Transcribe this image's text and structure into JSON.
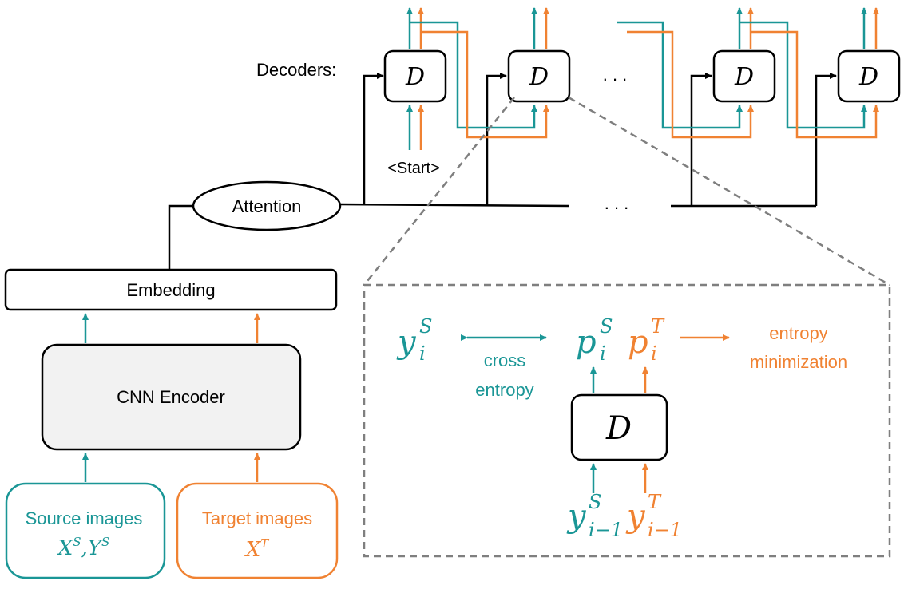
{
  "colors": {
    "source": "#1a9696",
    "target": "#f08232",
    "black": "#000000",
    "encoder_fill": "#f2f2f2",
    "dashed": "#7f7f7f"
  },
  "labels": {
    "decoders": "Decoders:",
    "decoder": "D",
    "start": "<Start>",
    "attention": "Attention",
    "embedding": "Embedding",
    "encoder": "CNN Encoder",
    "source_images": "Source images",
    "target_images": "Target images",
    "cross": "cross",
    "entropy": "entropy",
    "entropy_min_1": "entropy",
    "entropy_min_2": "minimization",
    "ellipsis": ". . ."
  },
  "math": {
    "source_set": {
      "x": "X",
      "x_sup": "S",
      "sep": ",",
      "y": "Y",
      "y_sup": "S"
    },
    "target_set": {
      "x": "X",
      "x_sup": "T"
    },
    "y_i_s": {
      "base": "y",
      "sup": "S",
      "sub": "i"
    },
    "p_i_s": {
      "base": "p",
      "sup": "S",
      "sub": "i"
    },
    "p_i_t": {
      "base": "p",
      "sup": "T",
      "sub": "i"
    },
    "y_prev_s": {
      "base": "y",
      "sup": "S",
      "sub": "i−1"
    },
    "y_prev_t": {
      "base": "y",
      "sup": "T",
      "sub": "i−1"
    }
  }
}
